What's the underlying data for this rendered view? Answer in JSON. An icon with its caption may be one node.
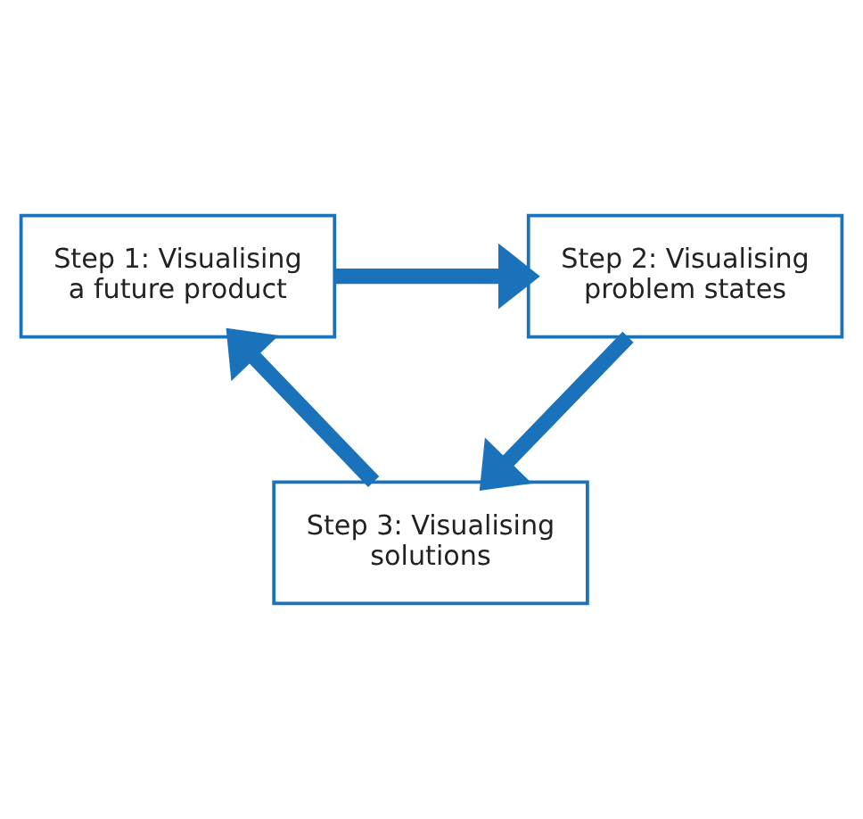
{
  "diagram": {
    "nodes": [
      {
        "text": [
          "Step 1: Visualising a future product"
        ]
      },
      {
        "text": [
          "Step 2: Visualising problem states"
        ]
      },
      {
        "text": [
          "Step 3: Visualising solutions"
        ]
      }
    ],
    "edges": [
      {
        "from": 0,
        "to": 1,
        "arrow": "to"
      },
      {
        "from": 1,
        "to": 2,
        "arrow": "to"
      },
      {
        "from": 2,
        "to": 0,
        "arrow": "to"
      }
    ]
  }
}
